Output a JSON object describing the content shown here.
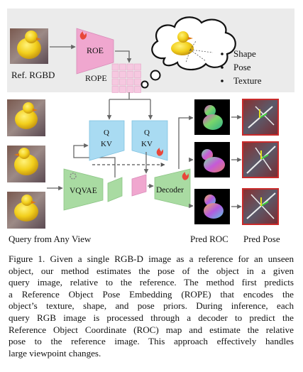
{
  "figure": {
    "ref_label": "Ref. RGBD",
    "roe_label": "ROE",
    "rope_label": "ROPE",
    "thought_items": [
      "Shape",
      "Pose",
      "Texture"
    ],
    "q_label": "Q",
    "kv_label": "KV",
    "vqvae_label": "VQVAE",
    "decoder_label": "Decoder",
    "query_label": "Query from Any View",
    "pred_roc_label": "Pred ROC",
    "pred_pose_label": "Pred Pose",
    "colors": {
      "panel_bg": "#ebebeb",
      "roe": "#f0a7cf",
      "rope_cells": "#f6c8e0",
      "transformer": "#a9dbf2",
      "vqvae": "#a9dba2",
      "decoder": "#a9dba2",
      "token_green": "#a9dba2",
      "token_pink": "#f0a7cf"
    }
  },
  "caption": {
    "lines": [
      "Figure 1. Given a single RGB-D image as a reference for an unseen",
      "object, our method estimates the pose of the object in a given",
      "query image, relative to the reference. The method first predicts",
      "a Reference Object Pose Embedding (ROPE) that encodes the",
      "object’s texture, shape, and pose priors. During inference, each",
      "query RGB image is processed through a decoder to predict the",
      "Reference Object Coordinate (ROC) map and estimate the relative",
      "pose to the reference image. This approach effectively handles",
      "large viewpoint changes."
    ]
  }
}
